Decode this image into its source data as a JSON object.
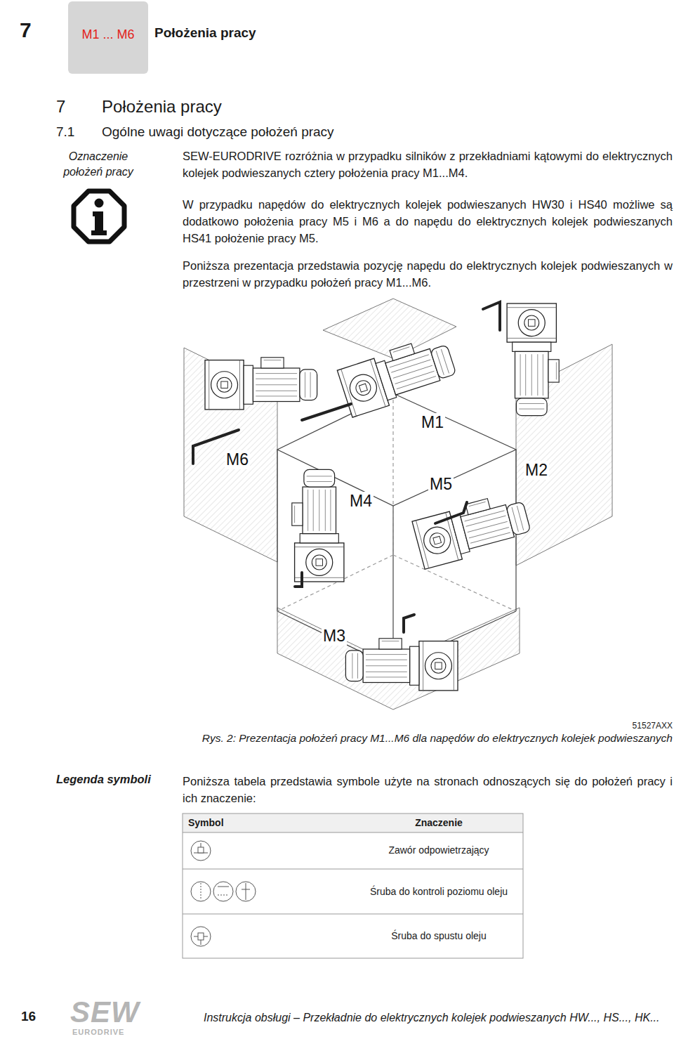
{
  "diagram": {
    "title": "Położenia pracy",
    "caption": "Rys. 2: Prezentacja położeń pracy M1...M6 dla napędów do elektrycznych kolejek podwieszanych",
    "nodes": [
      {
        "text": [
          "M1 ... M6"
        ]
      }
    ],
    "labels": [
      "7",
      "Położenia pracy",
      "7",
      "7.1",
      "Ogólne uwagi dotyczące położeń pracy",
      "Oznaczenie położeń pracy",
      "SEW-EURODRIVE rozróżnia w przypadku silników z przekładniami kątowymi do elektrycznych kolejek podwieszanych cztery położenia pracy M1...M4.",
      "W przypadku napędów do elektrycznych kolejek podwieszanych HW30 i HS40 możliwe są dodatkowo położenia pracy M5 i M6 a do napędu do elektrycznych kolejek podwieszanych HS41 położenie pracy M5.",
      "Poniższa prezentacja przedstawia pozycję napędu do elektrycznych kolejek podwieszanych w przestrzeni w przypadku położeń pracy M1...M6.",
      "M6",
      "M4",
      "M1",
      "M5",
      "M2",
      "M3",
      "51527AXX",
      "Legenda symboli",
      "Poniższa tabela przedstawia symbole użyte na stronach odnoszących się do położeń pracy i ich znaczenie:",
      "Symbol",
      "Znaczenie",
      "Zawór odpowietrzający",
      "Śruba do kontroli poziomu oleju",
      "Śruba do spustu oleju",
      "16",
      "SEW",
      "EURODRIVE",
      "Instrukcja obsługi – Przekładnie do elektrycznych kolejek podwieszanych HW..., HS..., HK..."
    ]
  }
}
